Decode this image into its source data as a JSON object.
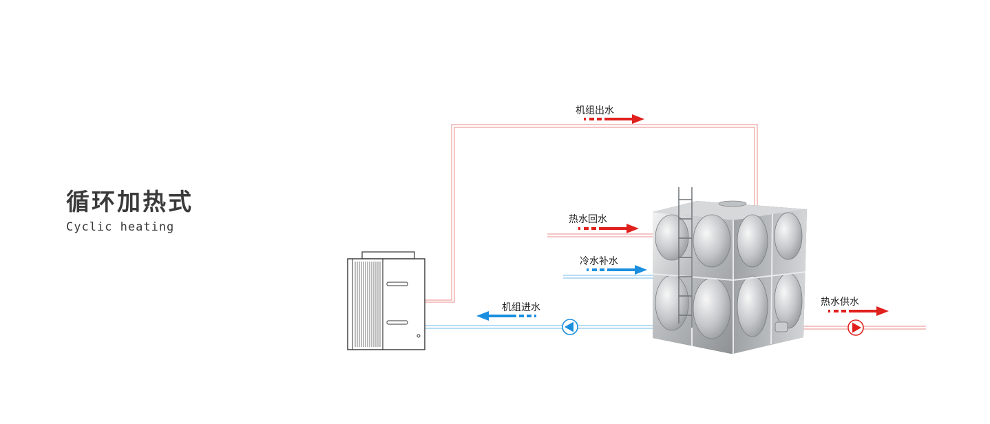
{
  "title": {
    "chinese": "循环加热式",
    "english": "Cyclic heating"
  },
  "labels": {
    "unit_outlet": "机组出水",
    "hot_return": "热水回水",
    "cold_makeup": "冷水补水",
    "unit_inlet": "机组进水",
    "hot_supply": "热水供水"
  },
  "colors": {
    "hot": "#e0201d",
    "cold": "#1a8fe0",
    "hot_pipe": "#f2b2b2",
    "cold_pipe": "#9fd2f2",
    "text": "#3a3a3a"
  }
}
